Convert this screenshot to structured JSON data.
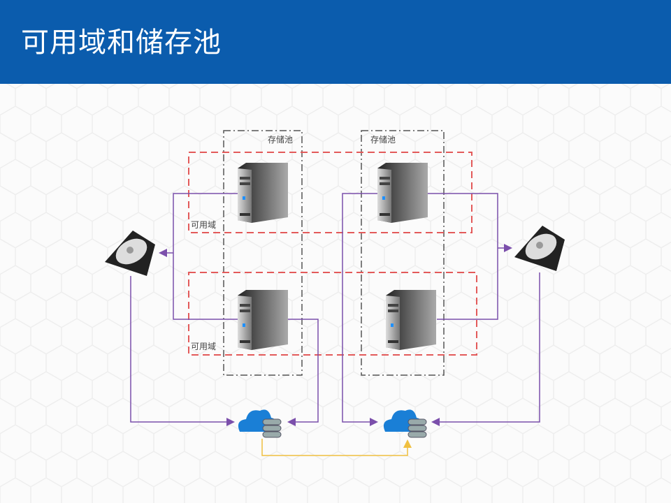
{
  "header": {
    "title": "可用域和储存池"
  },
  "diagram": {
    "storage_pools": [
      {
        "label": "存储池"
      },
      {
        "label": "存储池"
      }
    ],
    "availability_zones": [
      {
        "label": "可用域"
      },
      {
        "label": "可用域"
      }
    ],
    "colors": {
      "header": "#0b5cad",
      "link": "#7b4fab",
      "replication": "#f0c040",
      "zone": "#e35a5a",
      "pool": "#555555"
    }
  }
}
